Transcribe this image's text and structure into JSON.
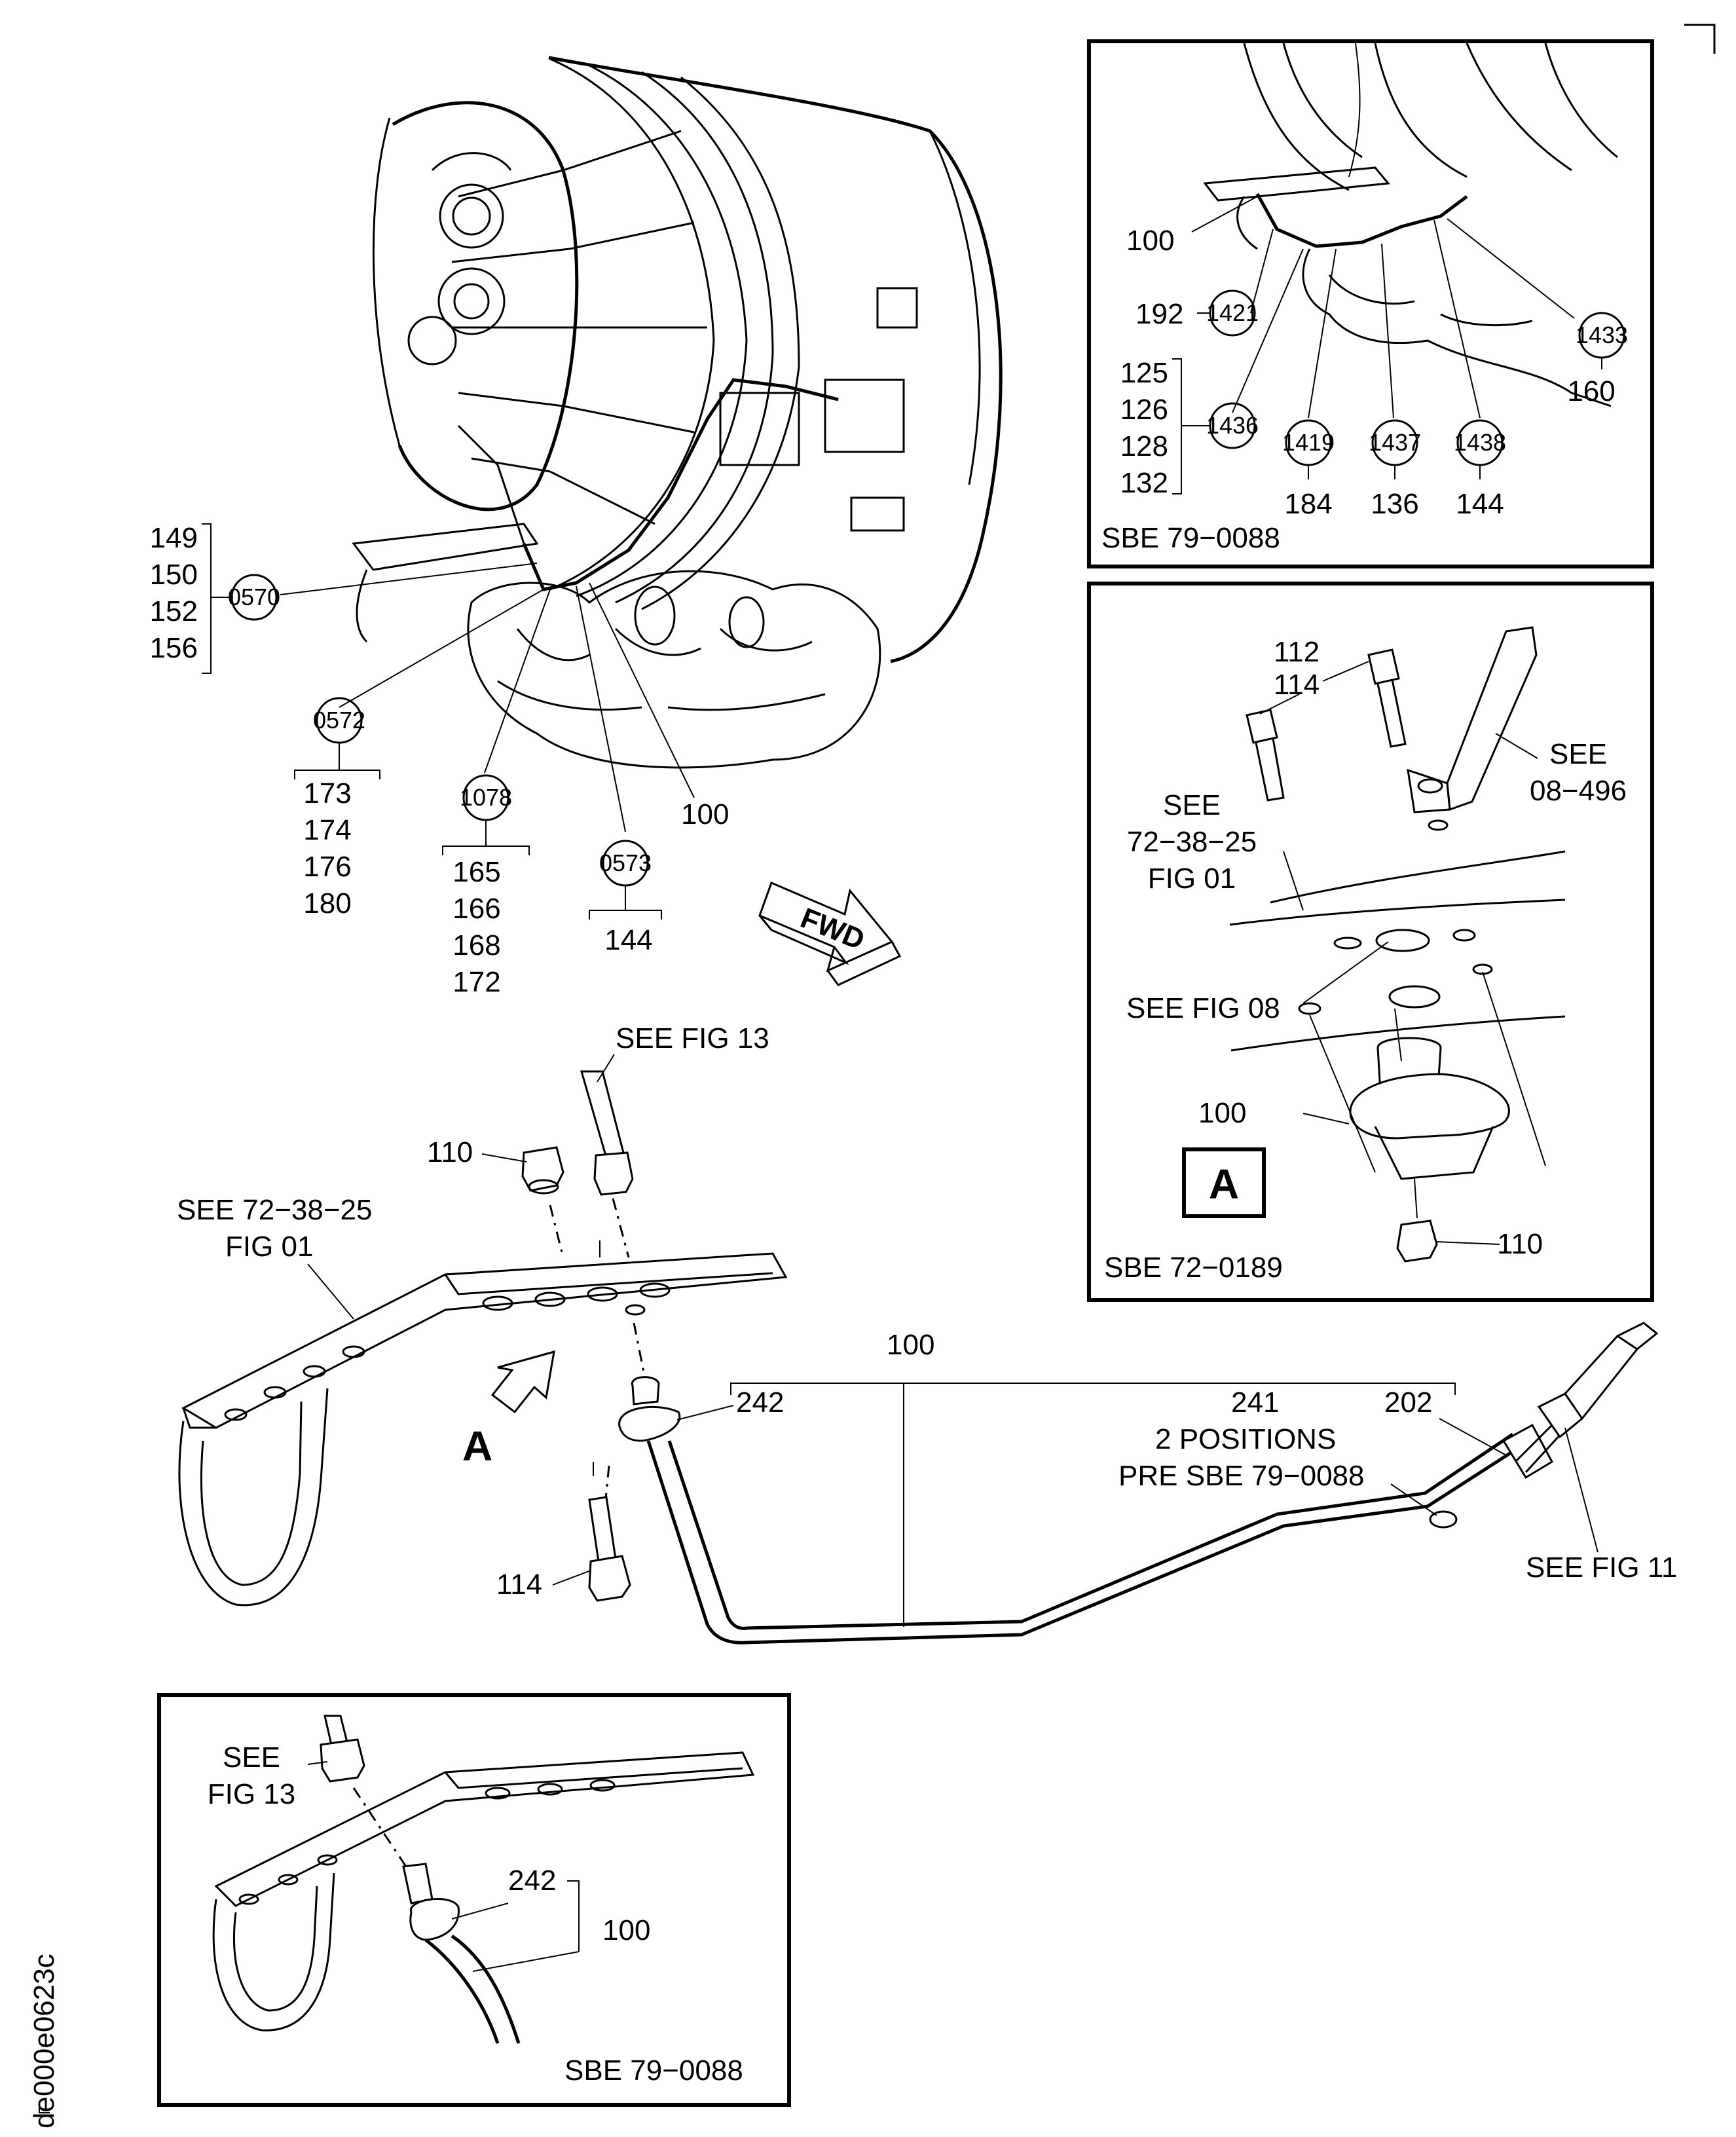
{
  "figure_id": "de000e0623c",
  "fwd_label": "FWD",
  "main_view": {
    "callouts": [
      {
        "id": "0570",
        "items": [
          "149",
          "150",
          "152",
          "156"
        ]
      },
      {
        "id": "0572",
        "items": [
          "173",
          "174",
          "176",
          "180"
        ]
      },
      {
        "id": "1078",
        "items": [
          "165",
          "166",
          "168",
          "172"
        ]
      },
      {
        "id": "0573",
        "items": [
          "144"
        ]
      }
    ],
    "labels": {
      "item_100_upper": "100",
      "see_fig_13": "SEE FIG 13",
      "item_110": "110",
      "see_72_38_25_line1": "SEE 72−38−25",
      "see_72_38_25_line2": "FIG 01",
      "view_a": "A",
      "item_100_lower": "100",
      "item_242": "242",
      "item_241": "241",
      "item_202": "202",
      "positions": "2 POSITIONS",
      "pre_sbe": "PRE SBE 79−0088",
      "item_114": "114",
      "see_fig_11": "SEE FIG 11"
    }
  },
  "inset_top_right": {
    "labels": {
      "item_100": "100",
      "item_192": "192",
      "c1421": "1421",
      "c1436": "1436",
      "c1419": "1419",
      "c1437": "1437",
      "c1438": "1438",
      "c1433": "1433",
      "item_160": "160",
      "item_184": "184",
      "item_136": "136",
      "item_144": "144",
      "note": "SBE 79−0088"
    },
    "bracket_items": [
      "125",
      "126",
      "128",
      "132"
    ]
  },
  "inset_view_a": {
    "labels": {
      "item_112": "112",
      "item_114": "114",
      "see_08_496_l1": "SEE",
      "see_08_496_l2": "08−496",
      "see_72_l1": "SEE",
      "see_72_l2": "72−38−25",
      "see_72_l3": "FIG 01",
      "see_fig_08": "SEE FIG 08",
      "item_100": "100",
      "view_label": "A",
      "item_110": "110",
      "note": "SBE 72−0189"
    }
  },
  "inset_bottom_left": {
    "labels": {
      "see_l1": "SEE",
      "see_l2": "FIG 13",
      "item_242": "242",
      "item_100": "100",
      "note": "SBE 79−0088"
    }
  }
}
